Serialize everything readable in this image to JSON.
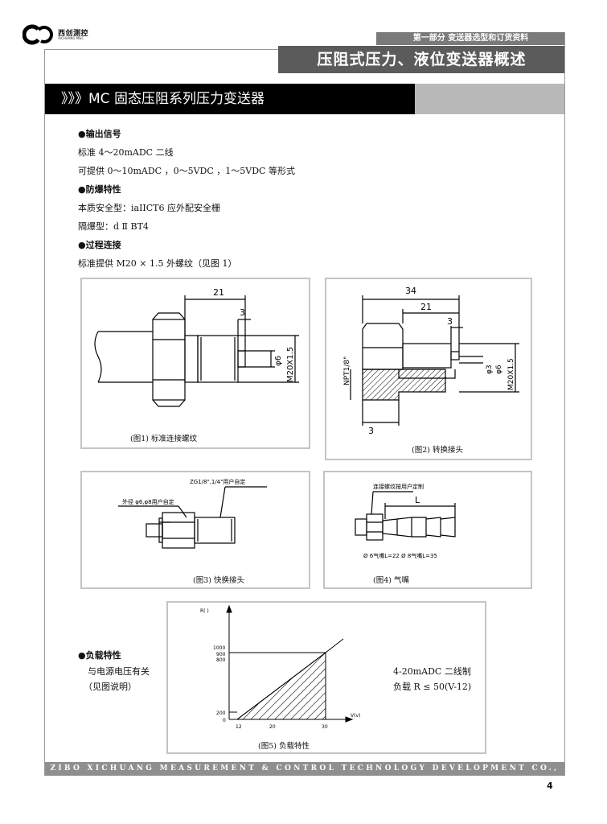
{
  "header": {
    "logo_text": "西创测控",
    "logo_sub": "XICHUANG M&C",
    "part_label": "第一部分  变送器选型和订货资料",
    "chapter_title": "压阻式压力、液位变送器概述"
  },
  "section": {
    "title": "》》》MC 固态压阻系列压力变送器"
  },
  "content": {
    "output_heading": "●输出信号",
    "output_line1": "标准 4～20mADC  二线",
    "output_line2": "可提供 0～10mADC   ，0～5VDC  ，1～5VDC  等形式",
    "explosion_heading": "●防爆特性",
    "explosion_line1": "本质安全型：iaIICT6 应外配安全栅",
    "explosion_line2": "隔爆型：d Ⅱ BT4",
    "process_heading": "●过程连接",
    "process_line1": "标准提供 M20 × 1.5 外螺纹（见图 1）"
  },
  "figures": {
    "fig1": {
      "caption": "(图1) 标准连接螺纹",
      "dim_21": "21",
      "dim_3": "3",
      "dim_phi6": "φ6",
      "dim_m20": "M20X1.5"
    },
    "fig2": {
      "caption": "(图2) 转换接头",
      "dim_34": "34",
      "dim_21": "21",
      "dim_3_top": "3",
      "dim_3_bottom": "3",
      "dim_npt": "NPT1/8\"",
      "dim_phi3": "φ3",
      "dim_phi6": "φ6",
      "dim_m20": "M20X1.5"
    },
    "fig3": {
      "caption": "(图3) 快换接头",
      "note_top": "ZG1/8\",1/4\"用户自定",
      "note_left": "外径 φ6,φ8用户自定"
    },
    "fig4": {
      "caption": "(图4) 气嘴",
      "note_top": "连接螺纹按用户定制",
      "dim_l": "L",
      "note_bottom": "Ø 6气嘴L=22    Ø 8气嘴L=35"
    },
    "fig5": {
      "caption": "(图5) 负载特性",
      "y_label": "R(  )",
      "x_label": "V(v)",
      "y_ticks": [
        "1000",
        "900",
        "800",
        "200",
        "0"
      ],
      "x_ticks": [
        "12",
        "20",
        "30"
      ]
    }
  },
  "load": {
    "heading": "●负载特性",
    "line1": "与电源电压有关",
    "line2": "（见图说明）",
    "right_line1": "4-20mADC  二线制",
    "right_line2": "负载 R ≤ 50(V-12)"
  },
  "footer": {
    "company": "ZIBO XICHUANG MEASUREMENT & CONTROL TECHNOLOGY DEVELOPMENT CO., LTD",
    "page_number": "4"
  }
}
